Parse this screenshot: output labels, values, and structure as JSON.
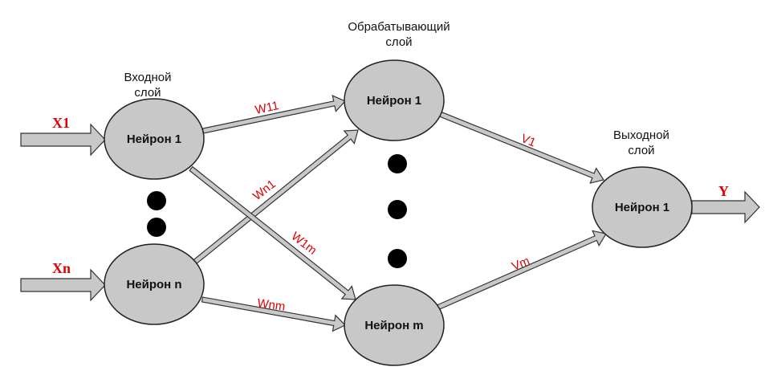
{
  "layers": {
    "input": {
      "title_line1": "Входной",
      "title_line2": "слой",
      "neurons": [
        "Нейрон 1",
        "Нейрон n"
      ]
    },
    "hidden": {
      "title_line1": "Обрабатывающий",
      "title_line2": "слой",
      "neurons": [
        "Нейрон 1",
        "Нейрон m"
      ]
    },
    "output": {
      "title_line1": "Выходной",
      "title_line2": "слой",
      "neurons": [
        "Нейрон 1"
      ]
    }
  },
  "inputs": [
    "X1",
    "Xn"
  ],
  "output_label": "Y",
  "weights": {
    "w11": "W11",
    "wn1": "Wn1",
    "w1m": "W1m",
    "wnm": "Wnm",
    "v1": "V1",
    "vm": "Vm"
  },
  "colors": {
    "node": "#c8c8c8",
    "label": "#e00000"
  }
}
